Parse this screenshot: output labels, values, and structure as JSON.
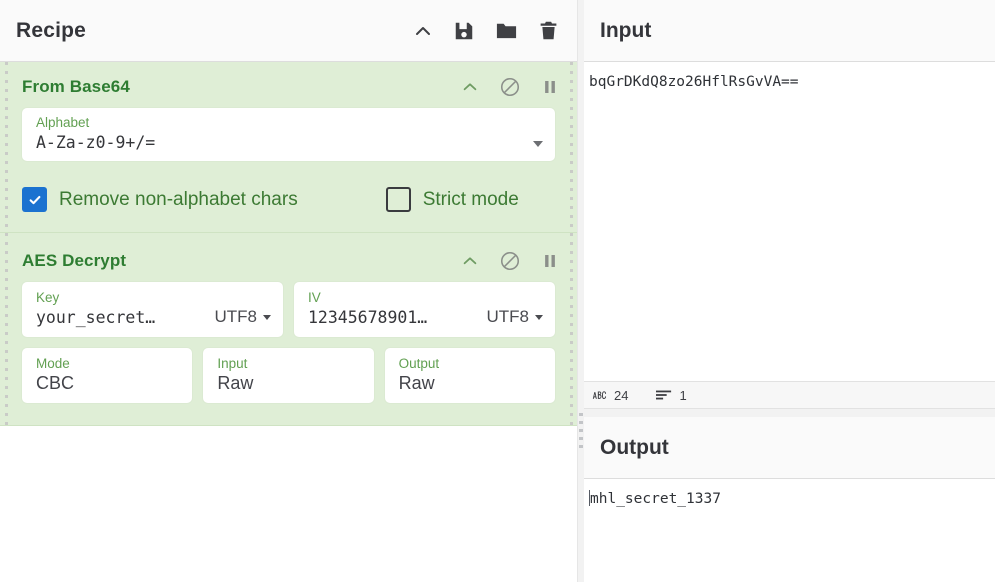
{
  "recipe": {
    "title": "Recipe",
    "header_icons": [
      {
        "name": "chevron-up-icon",
        "label": "collapse"
      },
      {
        "name": "save-icon",
        "label": "Save recipe"
      },
      {
        "name": "folder-icon",
        "label": "Load recipe"
      },
      {
        "name": "trash-icon",
        "label": "Clear recipe"
      }
    ],
    "operations": [
      {
        "title": "From Base64",
        "icons": [
          "chevron-up-icon",
          "disable-icon",
          "pause-icon"
        ],
        "alphabet": {
          "label": "Alphabet",
          "value": "A-Za-z0-9+/="
        },
        "checkboxes": [
          {
            "label": "Remove non-alphabet chars",
            "checked": true
          },
          {
            "label": "Strict mode",
            "checked": false
          }
        ]
      },
      {
        "title": "AES Decrypt",
        "icons": [
          "chevron-up-icon",
          "disable-icon",
          "pause-icon"
        ],
        "key": {
          "label": "Key",
          "value": "your_secret…",
          "encoding": "UTF8"
        },
        "iv": {
          "label": "IV",
          "value": "12345678901…",
          "encoding": "UTF8"
        },
        "mode": {
          "label": "Mode",
          "value": "CBC"
        },
        "input": {
          "label": "Input",
          "value": "Raw"
        },
        "output": {
          "label": "Output",
          "value": "Raw"
        }
      }
    ]
  },
  "io": {
    "input": {
      "title": "Input",
      "text": "bqGrDKdQ8zo26HflRsGvVA==",
      "status": {
        "chars_icon": "abc-icon",
        "chars": "24",
        "lines_icon": "lines-icon",
        "lines": "1"
      }
    },
    "output": {
      "title": "Output",
      "text": "mhl_secret_1337"
    }
  },
  "colors": {
    "op_green_bg": "#dfeed6",
    "op_title_green": "#2e7d32",
    "label_green": "#62a052",
    "checkbox_blue": "#1b72d0",
    "header_bg": "#fafafa",
    "text_dark": "#34353a"
  }
}
